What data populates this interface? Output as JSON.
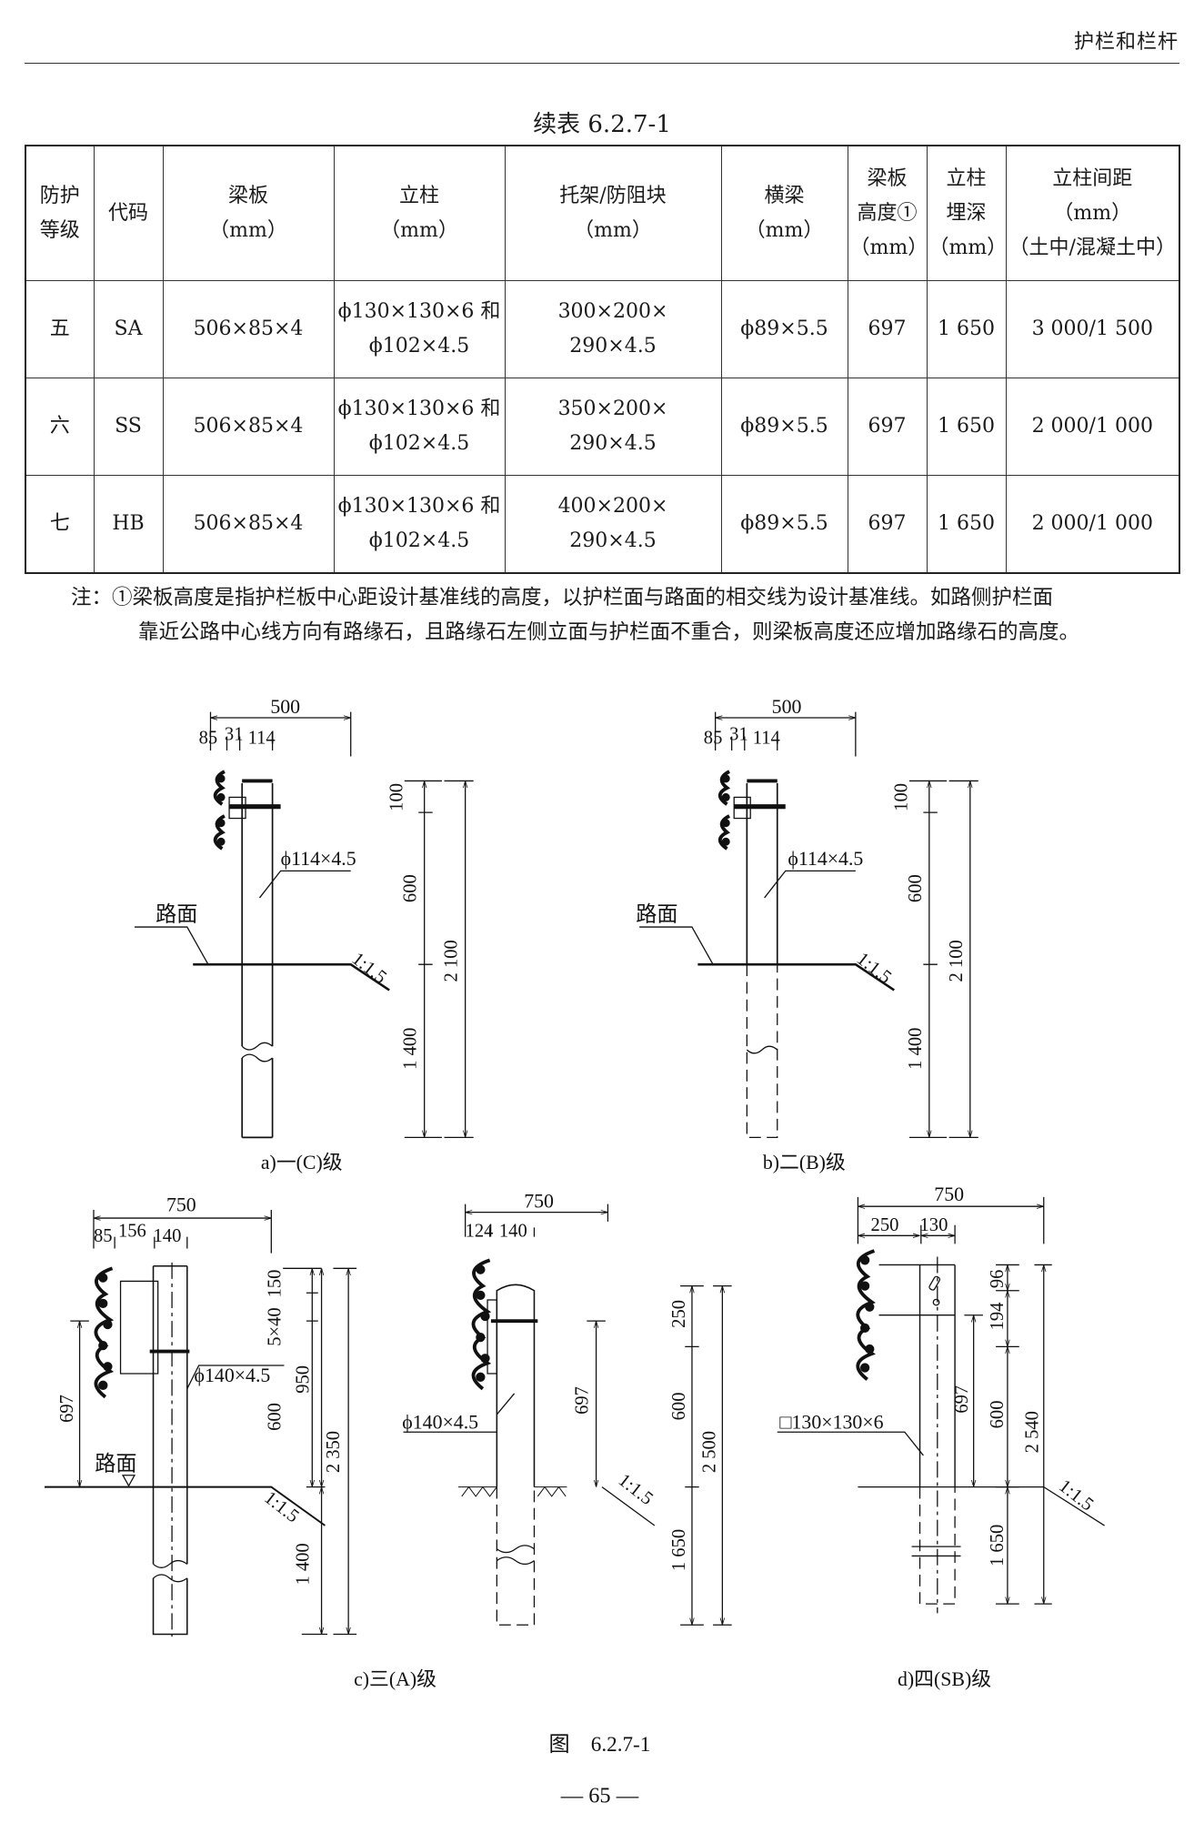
{
  "running_head": "护栏和栏杆",
  "table_title": "续表 6.2.7-1",
  "table": {
    "headers": [
      [
        "防护",
        "等级"
      ],
      [
        "代码"
      ],
      [
        "梁板",
        "（mm）"
      ],
      [
        "立柱",
        "（mm）"
      ],
      [
        "托架/防阻块",
        "（mm）"
      ],
      [
        "横梁",
        "（mm）"
      ],
      [
        "梁板",
        "高度①",
        "（mm）"
      ],
      [
        "立柱",
        "埋深",
        "（mm）"
      ],
      [
        "立柱间距",
        "（mm）",
        "（土中/混凝土中）"
      ]
    ],
    "rows": [
      {
        "grade": "五",
        "code": "SA",
        "beam": "506×85×4",
        "post": [
          "ϕ130×130×6 和",
          "ϕ102×4.5"
        ],
        "bracket": [
          "300×200×",
          "290×4.5"
        ],
        "crossbeam": "ϕ89×5.5",
        "beam_height": "697",
        "post_depth": "1 650",
        "spacing": "3 000/1 500"
      },
      {
        "grade": "六",
        "code": "SS",
        "beam": "506×85×4",
        "post": [
          "ϕ130×130×6 和",
          "ϕ102×4.5"
        ],
        "bracket": [
          "350×200×",
          "290×4.5"
        ],
        "crossbeam": "ϕ89×5.5",
        "beam_height": "697",
        "post_depth": "1 650",
        "spacing": "2 000/1 000"
      },
      {
        "grade": "七",
        "code": "HB",
        "beam": "506×85×4",
        "post": [
          "ϕ130×130×6 和",
          "ϕ102×4.5"
        ],
        "bracket": [
          "400×200×",
          "290×4.5"
        ],
        "crossbeam": "ϕ89×5.5",
        "beam_height": "697",
        "post_depth": "1 650",
        "spacing": "2 000/1 000"
      }
    ]
  },
  "note": {
    "line1": "注：①梁板高度是指护栏板中心距设计基准线的高度，以护栏面与路面的相交线为设计基准线。如路侧护栏面",
    "line2": "靠近公路中心线方向有路缘石，且路缘石左侧立面与护栏面不重合，则梁板高度还应增加路缘石的高度。"
  },
  "figures": {
    "a": {
      "caption": "a)一(C)级",
      "w": "500",
      "d1": "85",
      "d2": "31",
      "d3": "114",
      "pipe": "ϕ114×4.5",
      "road": "路面",
      "slope": "1:1.5",
      "v1": "100",
      "v2": "600",
      "v3": "1 400",
      "vt": "2 100"
    },
    "b": {
      "caption": "b)二(B)级",
      "w": "500",
      "d1": "85",
      "d2": "31",
      "d3": "114",
      "pipe": "ϕ114×4.5",
      "road": "路面",
      "slope": "1:1.5",
      "v1": "100",
      "v2": "600",
      "v3": "1 400",
      "vt": "2 100"
    },
    "c": {
      "caption": "c)三(A)级",
      "w": "750",
      "d1": "85",
      "d2": "156",
      "d3": "140",
      "pipe": "ϕ140×4.5",
      "road": "路面",
      "slope": "1:1.5",
      "h": "697",
      "v1": "150",
      "v2": "5×40",
      "v3": "600",
      "v4": "950",
      "v5": "1 400",
      "vt": "2 350"
    },
    "c2": {
      "w": "750",
      "d1": "124",
      "d2": "140",
      "pipe": "ϕ140×4.5",
      "h": "697",
      "slope": "1:1.5",
      "v1": "250",
      "v2": "600",
      "v3": "1 650",
      "vt": "2 500"
    },
    "d": {
      "caption": "d)四(SB)级",
      "w": "750",
      "d1": "250",
      "d2": "130",
      "post": "□130×130×6",
      "h": "697",
      "v1": "96",
      "v2": "194",
      "v3": "600",
      "v4": "1 650",
      "vt": "2 540",
      "slope": "1:1.5"
    }
  },
  "figure_caption": "图　6.2.7-1",
  "page_number": "— 65 —"
}
